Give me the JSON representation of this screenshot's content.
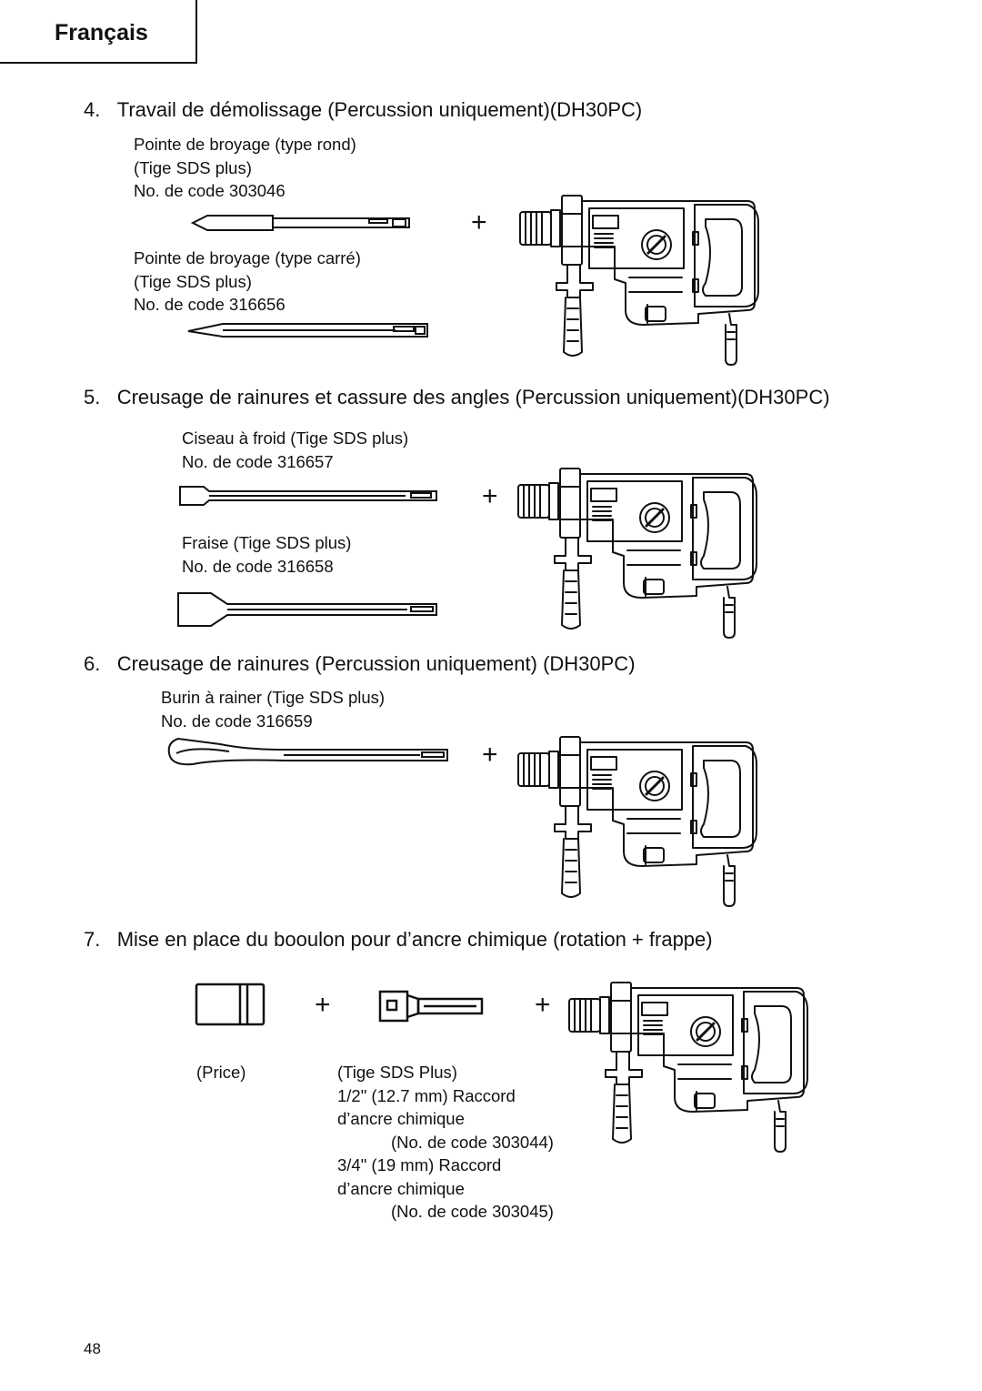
{
  "header": {
    "language": "Français"
  },
  "plus_sign": "+",
  "sections": [
    {
      "number": "4.",
      "title": "Travail de démolissage (Percussion uniquement)(DH30PC)",
      "items": [
        {
          "lines": [
            "Pointe de broyage (type rond)",
            "(Tige SDS plus)",
            "No. de code 303046"
          ]
        },
        {
          "lines": [
            "Pointe de broyage (type carré)",
            "(Tige SDS plus)",
            "No. de code 316656"
          ]
        }
      ]
    },
    {
      "number": "5.",
      "title": "Creusage de rainures et cassure des angles (Percussion uniquement)(DH30PC)",
      "items": [
        {
          "lines": [
            "Ciseau à froid (Tige SDS plus)",
            "No. de code 316657"
          ]
        },
        {
          "lines": [
            "Fraise (Tige SDS plus)",
            "No. de code 316658"
          ]
        }
      ]
    },
    {
      "number": "6.",
      "title": "Creusage de rainures (Percussion uniquement) (DH30PC)",
      "items": [
        {
          "lines": [
            "Burin à rainer (Tige SDS plus)",
            "No. de code 316659"
          ]
        }
      ]
    },
    {
      "number": "7.",
      "title": "Mise en place du booulon pour d’ancre chimique (rotation + frappe)",
      "items": [
        {
          "lines": [
            "(Price)"
          ]
        },
        {
          "lines": [
            "(Tige SDS Plus)",
            "1/2\" (12.7 mm) Raccord",
            "d’ancre chimique",
            "(No. de code 303044)",
            "3/4\" (19 mm) Raccord",
            "d’ancre chimique",
            "(No. de code 303045)"
          ]
        }
      ]
    }
  ],
  "page_number": "48",
  "icons": [
    "hammer-drill-icon",
    "round-point-bit-icon",
    "square-point-bit-icon",
    "cold-chisel-icon",
    "spade-chisel-icon",
    "gouge-chisel-icon",
    "socket-icon",
    "sds-adapter-icon"
  ]
}
